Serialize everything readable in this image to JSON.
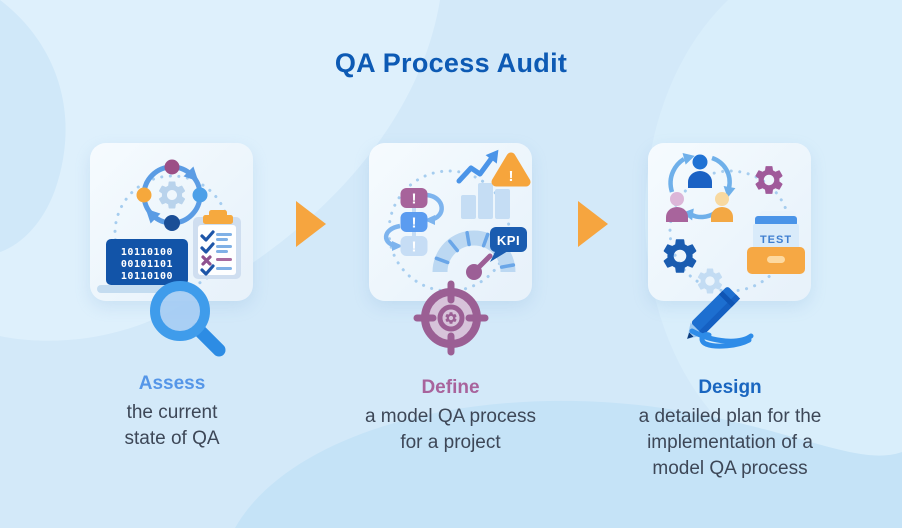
{
  "title": "QA Process Audit",
  "title_color": "#0d5ab4",
  "page_background": "#d3e9f9",
  "card_background": "#eef6fd",
  "body_text_color": "#3d4757",
  "arrow_color": "#f6a53f",
  "steps": [
    {
      "heading": "Assess",
      "heading_color": "#5596e8",
      "description_lines": [
        "the current",
        "state of QA"
      ],
      "icons": [
        "process-cycle-icon",
        "laptop-binary-icon",
        "checklist-clipboard-icon",
        "magnifying-glass-icon"
      ]
    },
    {
      "heading": "Define",
      "heading_color": "#a8639c",
      "description_lines": [
        "a model QA process",
        "for a project"
      ],
      "icons": [
        "issue-flow-icon",
        "growth-chart-icon",
        "warning-triangle-icon",
        "kpi-gauge-icon",
        "target-crosshair-icon"
      ]
    },
    {
      "heading": "Design",
      "heading_color": "#1a66c0",
      "description_lines": [
        "a detailed plan for the",
        "implementation of a",
        "model QA process"
      ],
      "icons": [
        "team-cycle-icon",
        "gear-icon",
        "test-drawer-icon",
        "gears-icon",
        "pen-scribble-icon"
      ]
    }
  ],
  "icon_text": {
    "binary_rows": [
      "10110100",
      "00101101",
      "10110100"
    ],
    "kpi_label": "KPI",
    "test_label": "TEST",
    "exclamation_mark": "!"
  }
}
